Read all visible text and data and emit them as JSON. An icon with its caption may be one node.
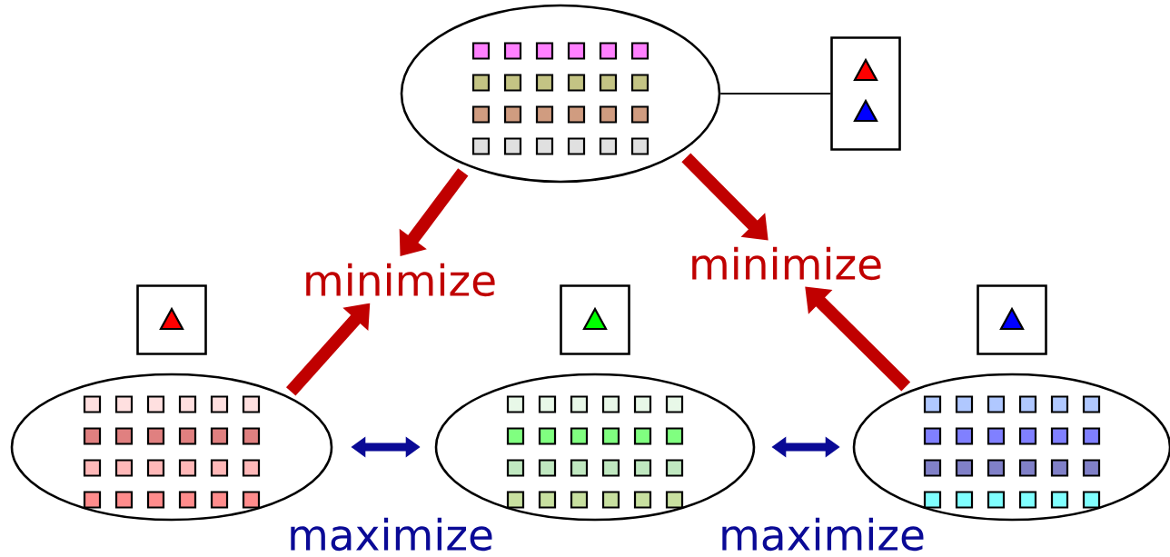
{
  "diagram": {
    "nodes": [
      {
        "text": [],
        "shape": "ellipse"
      },
      {
        "text": [],
        "shape": "box"
      },
      {
        "text": [],
        "shape": "box"
      },
      {
        "text": [],
        "shape": "box"
      },
      {
        "text": [],
        "shape": "box"
      },
      {
        "text": [],
        "shape": "ellipse"
      },
      {
        "text": [],
        "shape": "ellipse"
      },
      {
        "text": [],
        "shape": "ellipse"
      },
      {
        "text": [
          "minimize"
        ]
      },
      {
        "text": [
          "minimize"
        ]
      }
    ],
    "edges": [
      {
        "from": 0,
        "to": 8,
        "arrow": "to"
      },
      {
        "from": 0,
        "to": 9,
        "arrow": "to"
      },
      {
        "from": 5,
        "to": 8,
        "arrow": "to"
      },
      {
        "from": 7,
        "to": 9,
        "arrow": "to"
      },
      {
        "from": 5,
        "to": 6,
        "arrow": "both",
        "label": "maximize",
        "color": "#0a0a96"
      },
      {
        "from": 6,
        "to": 7,
        "arrow": "both",
        "label": "maximize",
        "color": "#0a0a96"
      },
      {
        "from": 0,
        "to": 1,
        "arrow": "none",
        "color": "#000000"
      }
    ]
  }
}
